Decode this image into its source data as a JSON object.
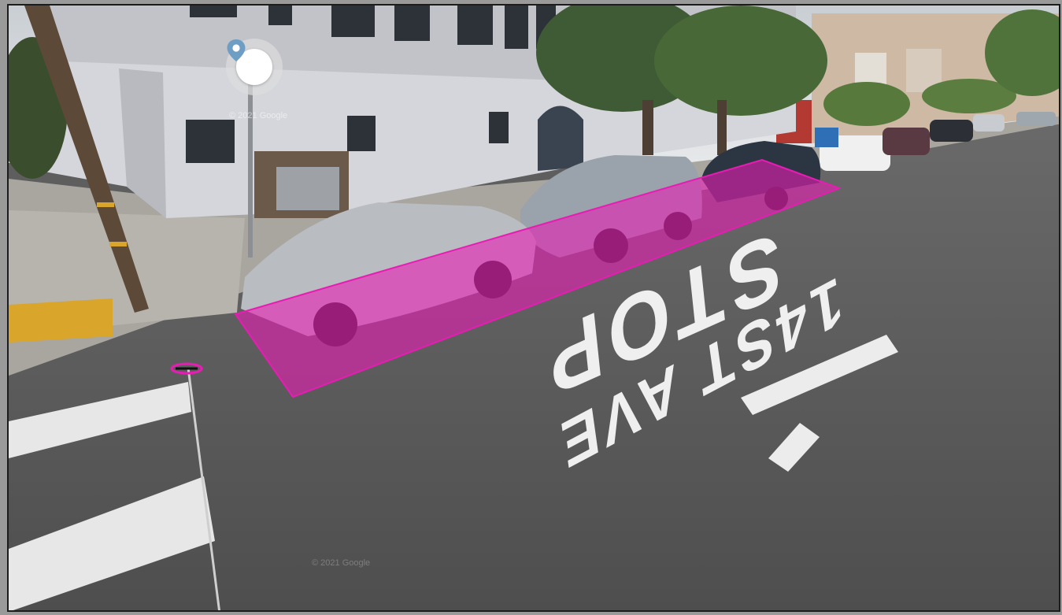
{
  "viewer": {
    "watermark": "© 2021 Google",
    "watermark_faint": "© 2021 Google",
    "icons": {
      "location": "location-pin-icon",
      "cursor": "pan-cursor-icon"
    },
    "overlay_color": "#e81cb4"
  },
  "road": {
    "marking_top": "STOP",
    "marking_bottom": "14ST AVE"
  }
}
